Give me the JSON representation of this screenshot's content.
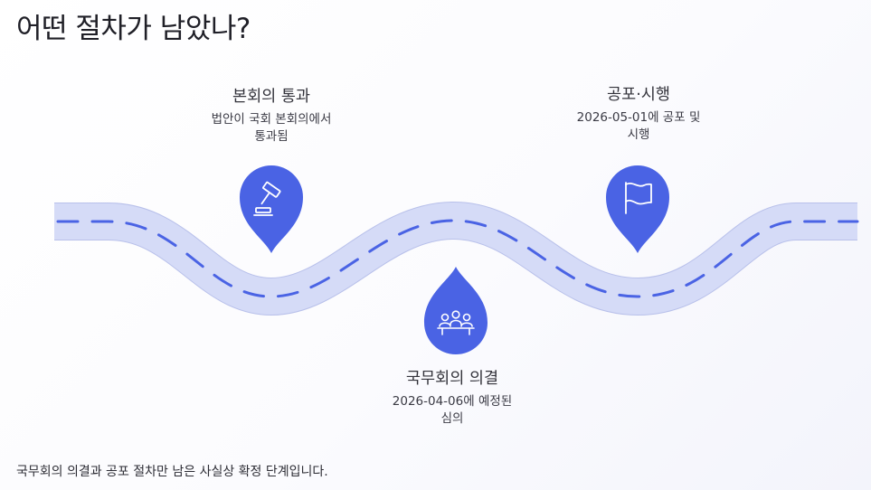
{
  "title": "어떤 절차가 남았나?",
  "steps": [
    {
      "title": "본회의 통과",
      "desc_lines": [
        "법안이 국회 본회의에서",
        "통과됨"
      ],
      "icon": "gavel-icon"
    },
    {
      "title": "국무회의 의결",
      "desc_lines": [
        "2026-04-06에 예정된",
        "심의"
      ],
      "icon": "meeting-icon"
    },
    {
      "title": "공포·시행",
      "desc_lines": [
        "2026-05-01에 공포 및",
        "시행"
      ],
      "icon": "flag-icon"
    }
  ],
  "footer": "국무회의 의결과 공포 절차만 남은 사실상 확정 단계입니다.",
  "colors": {
    "road_fill": "#d5dbf7",
    "road_edge": "#b8c0ea",
    "road_dash": "#4a63e4",
    "pin": "#4a63e4",
    "pin_icon": "#ffffff"
  }
}
